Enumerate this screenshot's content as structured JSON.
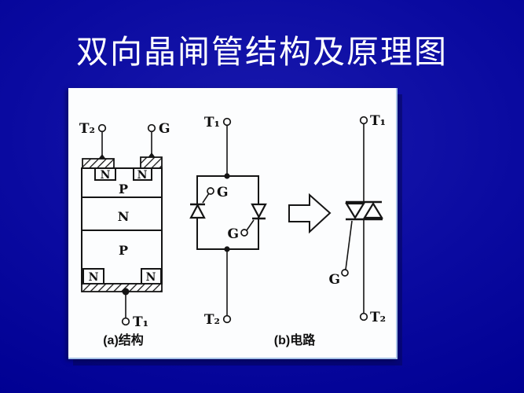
{
  "slide": {
    "title": "双向晶闸管结构及原理图"
  },
  "panel": {
    "structure": {
      "caption": "(a)结构",
      "t2_label": "T₂",
      "g_label": "G",
      "t1_label": "T₁",
      "n_top_left": "N",
      "n_top_right": "N",
      "p_upper": "P",
      "n_middle": "N",
      "p_lower": "P",
      "n_bottom_left": "N",
      "n_bottom_right": "N"
    },
    "circuit": {
      "caption": "(b)电路",
      "t1_label": "T₁",
      "t2_label": "T₂",
      "g_left_label": "G",
      "g_right_label": "G"
    },
    "symbol": {
      "t1_label": "T₁",
      "t2_label": "T₂",
      "g_label": "G"
    }
  },
  "colors": {
    "background": "#0a0aa0",
    "panel_bg": "#fcfdfe",
    "ink": "#151515",
    "title_text": "#ffffff"
  }
}
